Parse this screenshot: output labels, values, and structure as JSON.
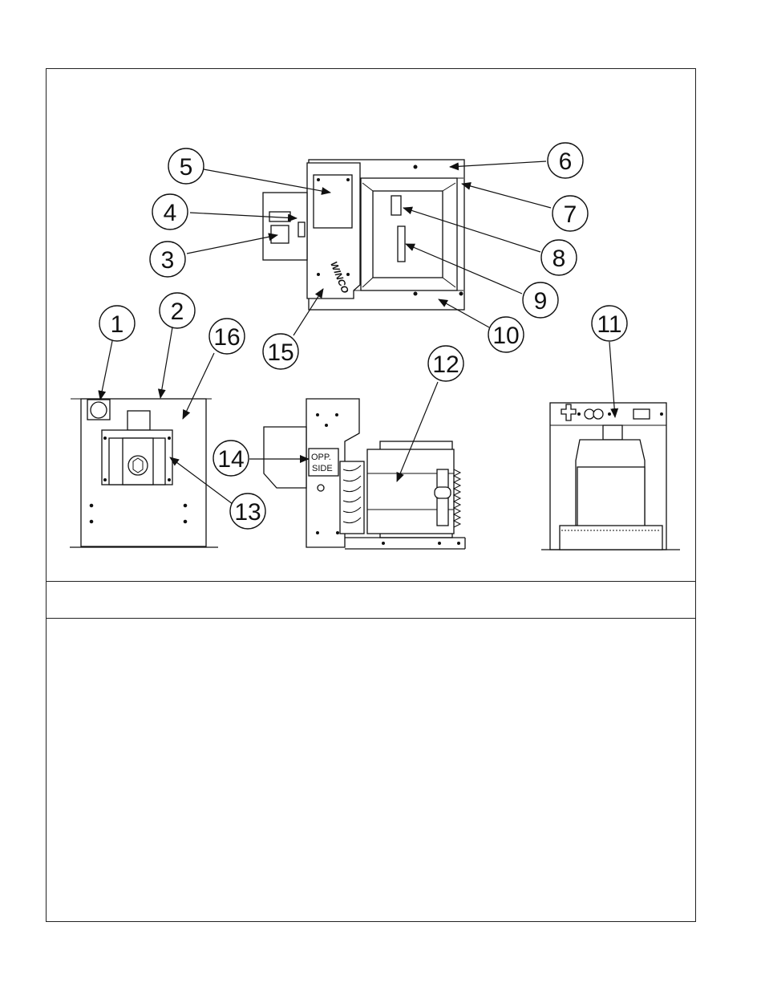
{
  "diagram": {
    "callouts": [
      "1",
      "2",
      "3",
      "4",
      "5",
      "6",
      "7",
      "8",
      "9",
      "10",
      "11",
      "12",
      "13",
      "14",
      "15",
      "16"
    ],
    "side_label_line1": "OPP.",
    "side_label_line2": "SIDE",
    "logo_text": "WINCO"
  },
  "caption": {
    "title": "",
    "body": ""
  }
}
